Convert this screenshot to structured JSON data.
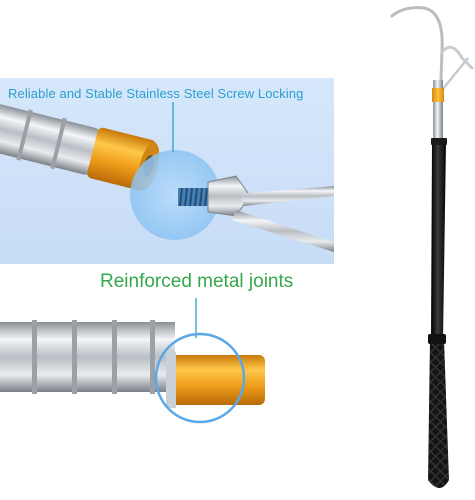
{
  "captions": {
    "screw_locking": "Reliable and Stable Stainless Steel Screw Locking",
    "joints": "Reinforced metal joints"
  },
  "colors": {
    "screw_caption": "#2a9fd0",
    "joints_caption": "#34a84a",
    "panel_bg": "#cfe1f8",
    "highlight_circle": "#7ab8f0",
    "orange_joint": "#f0a41c",
    "steel": "#c8ccd0",
    "handle": "#111111"
  },
  "icons": {
    "top_detail": "screw-joint-closeup",
    "bottom_detail": "metal-joint-closeup",
    "product": "telescopic-gaff-hook-pole"
  }
}
